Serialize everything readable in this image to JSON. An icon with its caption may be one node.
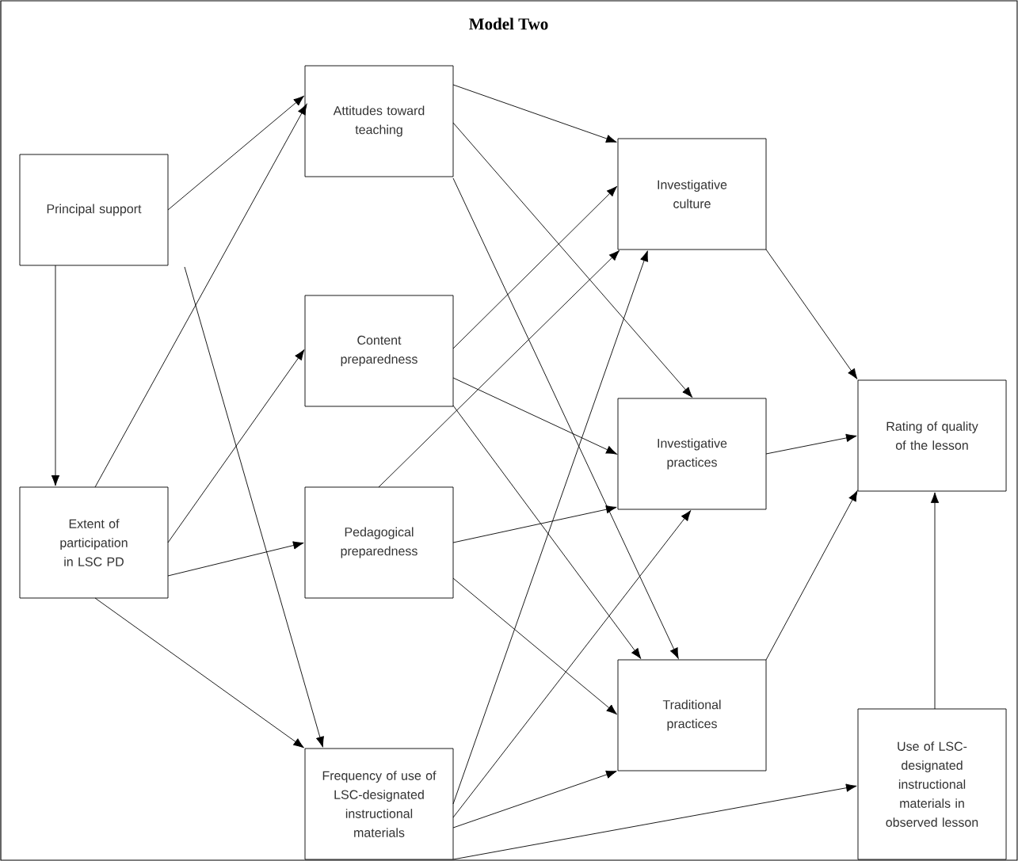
{
  "diagram": {
    "title": "Model Two",
    "nodes": [
      {
        "text": [
          "Principal support"
        ]
      },
      {
        "text": [
          "Extent of participation in LSC PD"
        ]
      },
      {
        "text": [
          "Attitudes toward teaching"
        ]
      },
      {
        "text": [
          "Content preparedness"
        ]
      },
      {
        "text": [
          "Pedagogical preparedness"
        ]
      },
      {
        "text": [
          "Frequency of use of LSC-designated instructional materials"
        ]
      },
      {
        "text": [
          "Investigative culture"
        ]
      },
      {
        "text": [
          "Investigative practices"
        ]
      },
      {
        "text": [
          "Traditional practices"
        ]
      },
      {
        "text": [
          "Rating of quality of the lesson"
        ]
      },
      {
        "text": [
          "Use of LSC-designated instructional materials in observed lesson"
        ]
      }
    ],
    "edges": [
      {
        "from": 0,
        "to": 2,
        "arrow": "to"
      },
      {
        "from": 0,
        "to": 1,
        "arrow": "to"
      },
      {
        "from": 0,
        "to": 5,
        "arrow": "to"
      },
      {
        "from": 1,
        "to": 2,
        "arrow": "to"
      },
      {
        "from": 1,
        "to": 3,
        "arrow": "to"
      },
      {
        "from": 1,
        "to": 4,
        "arrow": "to"
      },
      {
        "from": 1,
        "to": 5,
        "arrow": "to"
      },
      {
        "from": 2,
        "to": 6,
        "arrow": "to"
      },
      {
        "from": 2,
        "to": 7,
        "arrow": "to"
      },
      {
        "from": 2,
        "to": 8,
        "arrow": "to"
      },
      {
        "from": 3,
        "to": 6,
        "arrow": "to"
      },
      {
        "from": 3,
        "to": 7,
        "arrow": "to"
      },
      {
        "from": 3,
        "to": 8,
        "arrow": "to"
      },
      {
        "from": 4,
        "to": 6,
        "arrow": "to"
      },
      {
        "from": 4,
        "to": 7,
        "arrow": "to"
      },
      {
        "from": 4,
        "to": 8,
        "arrow": "to"
      },
      {
        "from": 5,
        "to": 6,
        "arrow": "to"
      },
      {
        "from": 5,
        "to": 7,
        "arrow": "to"
      },
      {
        "from": 5,
        "to": 8,
        "arrow": "to"
      },
      {
        "from": 5,
        "to": 10,
        "arrow": "to"
      },
      {
        "from": 6,
        "to": 9,
        "arrow": "to"
      },
      {
        "from": 7,
        "to": 9,
        "arrow": "to"
      },
      {
        "from": 8,
        "to": 9,
        "arrow": "to"
      },
      {
        "from": 10,
        "to": 9,
        "arrow": "to"
      }
    ]
  }
}
